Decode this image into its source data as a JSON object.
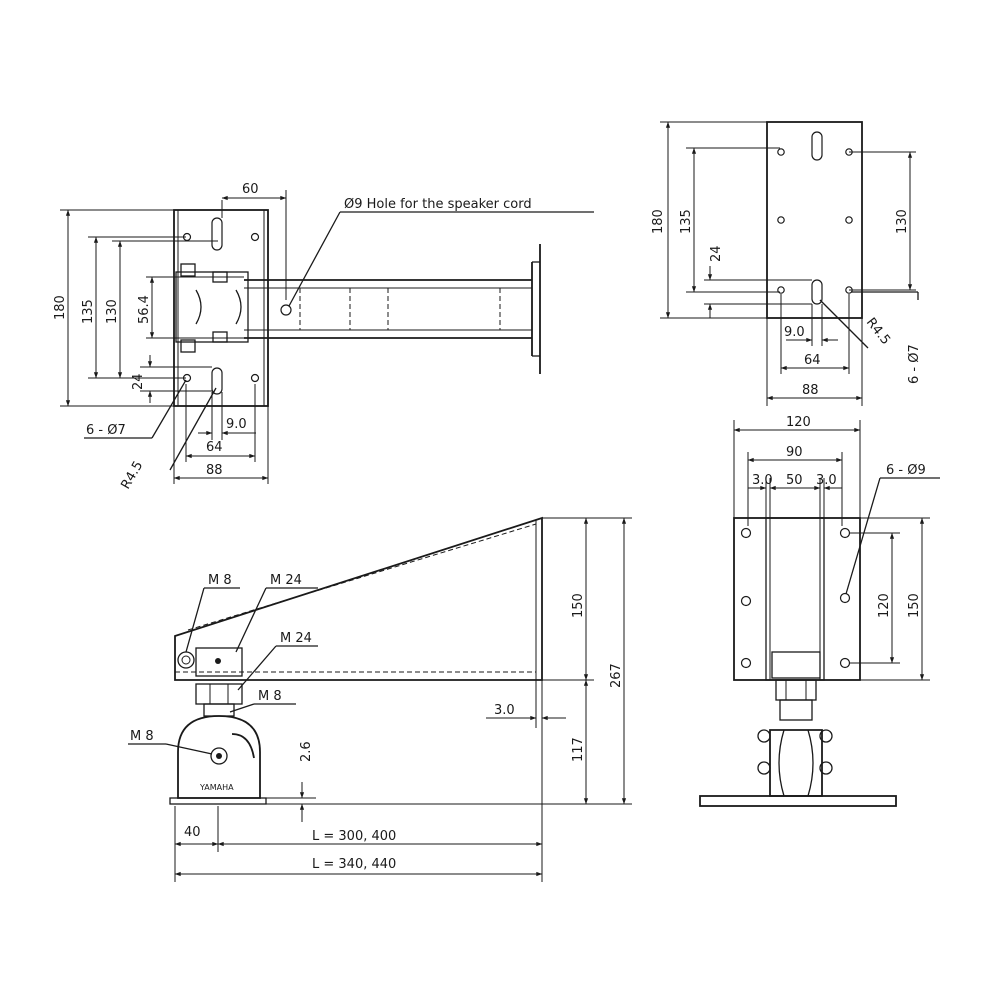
{
  "top_left": {
    "d_60": "60",
    "hole_note": "Ø9 Hole for the speaker cord",
    "d_180": "180",
    "d_135": "135",
    "d_130": "130",
    "d_56_4": "56.4",
    "d_24": "24",
    "holes": "6 - Ø7",
    "d_9_0": "9.0",
    "radius": "R4.5",
    "d_64": "64",
    "d_88": "88"
  },
  "top_right": {
    "d_180": "180",
    "d_135": "135",
    "d_130": "130",
    "d_24": "24",
    "d_9_0": "9.0",
    "radius": "R4.5",
    "holes": "6 - Ø7",
    "d_64": "64",
    "d_88": "88"
  },
  "bottom_left": {
    "m8_top": "M 8",
    "m24_top": "M 24",
    "m24_mid": "M 24",
    "m8_mid": "M 8",
    "m8_left": "M 8",
    "logo": "YAMAHA",
    "d_2_6": "2.6",
    "d_3_0": "3.0",
    "d_150": "150",
    "d_267": "267",
    "d_117": "117",
    "d_40": "40",
    "l_inner": "L = 300, 400",
    "l_outer": "L = 340, 440"
  },
  "bottom_right": {
    "d_120": "120",
    "d_90": "90",
    "d_3_0_a": "3.0",
    "d_50": "50",
    "d_3_0_b": "3.0",
    "holes": "6 - Ø9",
    "d_120_v": "120",
    "d_150_v": "150"
  }
}
